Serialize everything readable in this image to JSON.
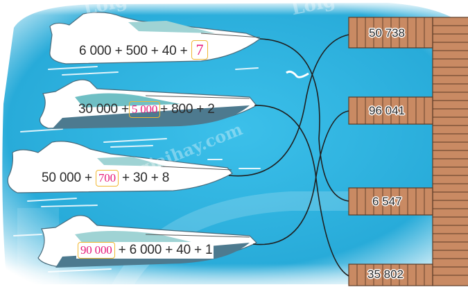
{
  "exercise": {
    "boats": [
      {
        "parts": [
          "6 000 + 500 + 40 + "
        ],
        "answer": "7",
        "answer_position": "end",
        "full_expression": "6 000 + 500 + 40 + 7"
      },
      {
        "prefix": "30 000 +",
        "answer": "5 000",
        "suffix": "+ 800 + 2",
        "full_expression": "30 000 + 5 000 + 800 + 2"
      },
      {
        "prefix": "50 000 + ",
        "answer": "700",
        "suffix": " + 30 + 8",
        "full_expression": "50 000 + 700 + 30 + 8"
      },
      {
        "answer": "90 000",
        "suffix": " + 6 000 + 40 + 1",
        "full_expression": "90 000 + 6 000 + 40 + 1"
      }
    ],
    "docks": [
      {
        "label": "50 738"
      },
      {
        "label": "96 041"
      },
      {
        "label": "6 547"
      },
      {
        "label": "35 802"
      }
    ],
    "connections": [
      {
        "boat": 1,
        "dock": "6 547"
      },
      {
        "boat": 2,
        "dock": "35 802"
      },
      {
        "boat": 3,
        "dock": "50 738"
      },
      {
        "boat": 4,
        "dock": "96 041"
      }
    ],
    "watermarks": [
      "Loigiaihay.com",
      "Loigiaihay.com",
      "giaihay.com"
    ]
  },
  "colors": {
    "sea": "#2fb4e0",
    "dock_wood": "#c98a63",
    "dock_line": "#5a3a26",
    "answer_text": "#e6197a",
    "answer_box": "#f2b731",
    "rope": "#1f1f1f"
  }
}
